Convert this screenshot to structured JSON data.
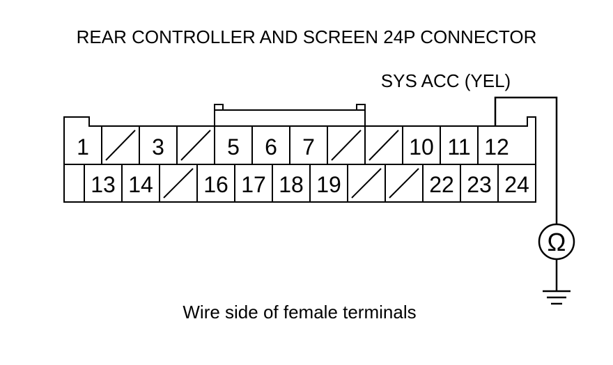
{
  "title": "REAR CONTROLLER AND SCREEN 24P CONNECTOR",
  "signal_label": "SYS ACC (YEL)",
  "caption": "Wire side of female terminals",
  "meter_symbol": "Ω",
  "icons": [
    "ohmmeter-icon",
    "ground-icon"
  ],
  "connector": {
    "top_row": [
      {
        "label": "1"
      },
      {
        "label": "",
        "empty": true
      },
      {
        "label": "3"
      },
      {
        "label": "",
        "empty": true
      },
      {
        "label": "5"
      },
      {
        "label": "6"
      },
      {
        "label": "7"
      },
      {
        "label": "",
        "empty": true
      },
      {
        "label": "",
        "empty": true
      },
      {
        "label": "10"
      },
      {
        "label": "11"
      },
      {
        "label": "12",
        "probed": true
      }
    ],
    "bottom_row": [
      {
        "label": "13"
      },
      {
        "label": "14"
      },
      {
        "label": "",
        "empty": true
      },
      {
        "label": "16"
      },
      {
        "label": "17"
      },
      {
        "label": "18"
      },
      {
        "label": "19"
      },
      {
        "label": "",
        "empty": true
      },
      {
        "label": "",
        "empty": true
      },
      {
        "label": "22"
      },
      {
        "label": "23"
      },
      {
        "label": "24"
      }
    ]
  }
}
